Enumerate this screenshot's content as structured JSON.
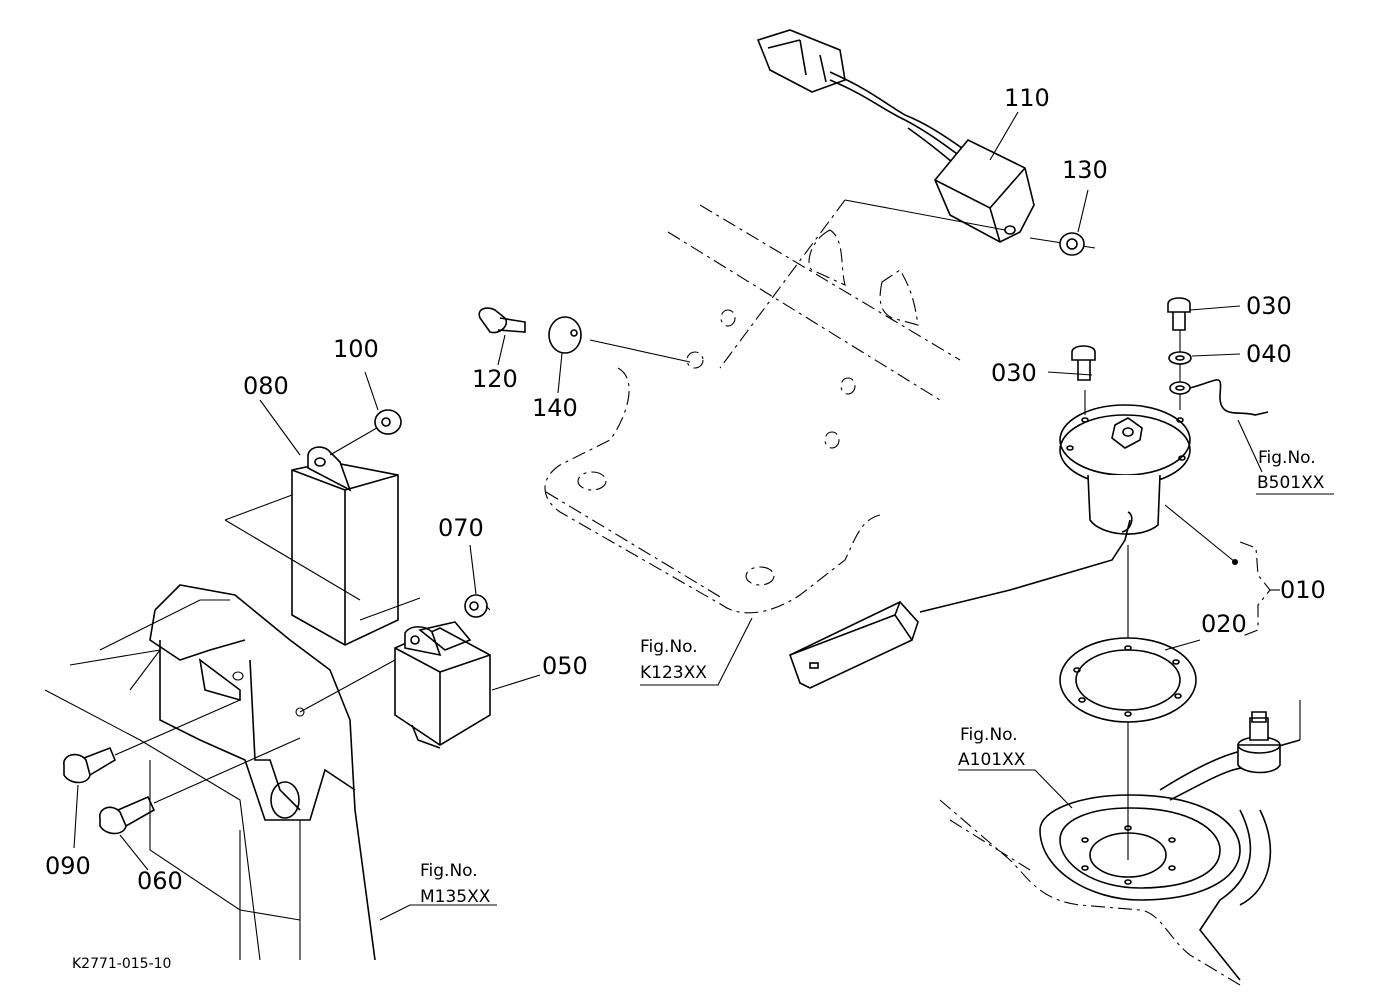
{
  "diagram_code": "K2771-015-10",
  "parts": {
    "p010": "010",
    "p020": "020",
    "p030a": "030",
    "p030b": "030",
    "p040": "040",
    "p050": "050",
    "p060": "060",
    "p070": "070",
    "p080": "080",
    "p090": "090",
    "p100": "100",
    "p110": "110",
    "p120": "120",
    "p130": "130",
    "p140": "140"
  },
  "figure_refs": {
    "b501": {
      "title": "Fig.No.",
      "code": "B501XX"
    },
    "k123": {
      "title": "Fig.No.",
      "code": "K123XX"
    },
    "a101": {
      "title": "Fig.No.",
      "code": "A101XX"
    },
    "m135": {
      "title": "Fig.No.",
      "code": "M135XX"
    }
  }
}
